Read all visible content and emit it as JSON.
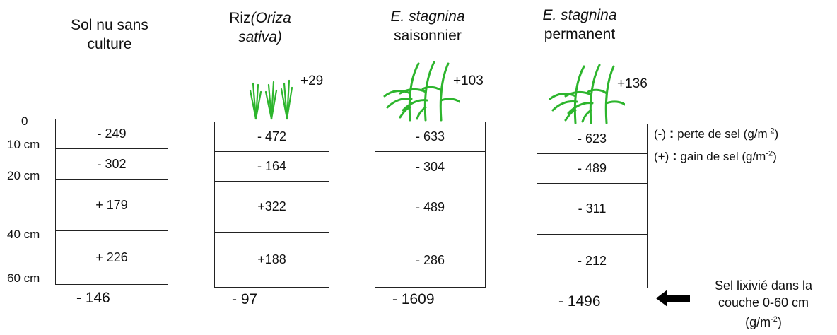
{
  "columns": [
    {
      "title_line1": "Sol nu sans",
      "title_line2": "culture",
      "plant_value": "",
      "layers": [
        "- 249",
        "- 302",
        "+ 179",
        "+ 226"
      ],
      "total": "- 146"
    },
    {
      "title_line1": "Riz",
      "title_line1_italic": "(Oriza",
      "title_line2": "sativa)",
      "plant_value": "+29",
      "layers": [
        "- 472",
        "- 164",
        "+322",
        "+188"
      ],
      "total": "- 97"
    },
    {
      "title_line1": "E. stagnina",
      "title_line2": "saisonnier",
      "plant_value": "+103",
      "layers": [
        "- 633",
        "- 304",
        "- 489",
        "- 286"
      ],
      "total": "- 1609"
    },
    {
      "title_line1": "E. stagnina",
      "title_line2": "permanent",
      "plant_value": "+136",
      "layers": [
        "- 623",
        "- 489",
        "- 311",
        "- 212"
      ],
      "total": "- 1496"
    }
  ],
  "depth_labels": [
    "0",
    "10 cm",
    "20 cm",
    "40 cm",
    "60 cm"
  ],
  "legend": {
    "minus_symbol": "(-)",
    "colon": ":",
    "minus_text": "perte de sel (g/m",
    "plus_symbol": "(+)",
    "plus_text": "gain de sel (g/m",
    "exponent": "-2",
    "close": ")"
  },
  "note": {
    "line1": "Sel lixivié dans la",
    "line2": "couche 0-60 cm",
    "line3_pre": "(g/m",
    "line3_exp": "-2",
    "line3_post": ")"
  },
  "colors": {
    "plant": "#2db52d",
    "border": "#222222"
  },
  "icons": [
    "rice-plant-icon",
    "grass-plant-icon",
    "arrow-left-icon"
  ]
}
